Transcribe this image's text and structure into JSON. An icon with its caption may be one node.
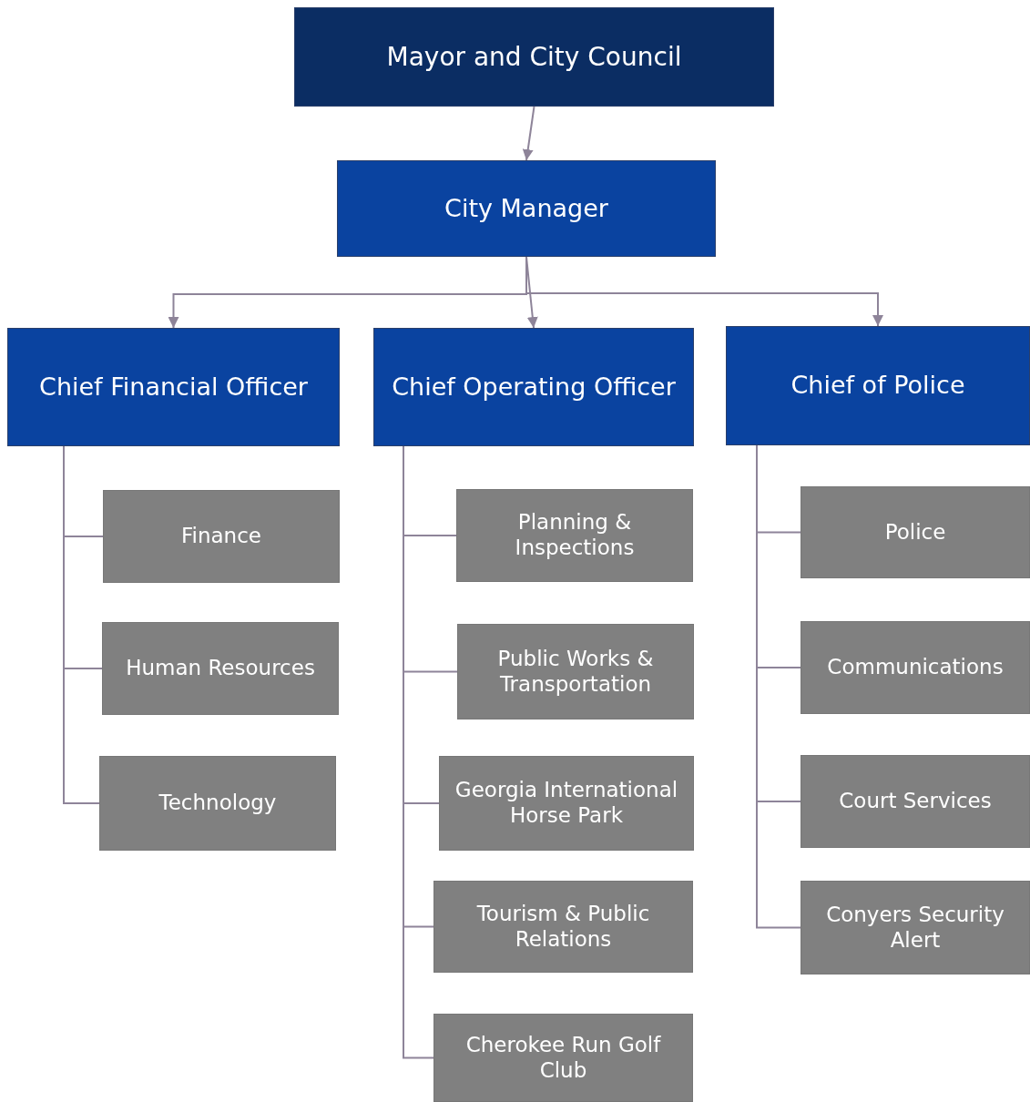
{
  "diagram": {
    "nodes": [
      {
        "text": [
          "Mayor and City Council"
        ]
      },
      {
        "text": [
          "City Manager"
        ]
      },
      {
        "text": [
          "Chief Financial Officer"
        ]
      },
      {
        "text": [
          "Chief Operating Officer"
        ]
      },
      {
        "text": [
          "Chief of Police"
        ]
      },
      {
        "text": [
          "Finance"
        ]
      },
      {
        "text": [
          "Human Resources"
        ]
      },
      {
        "text": [
          "Technology"
        ]
      },
      {
        "text": [
          "Planning & Inspections"
        ]
      },
      {
        "text": [
          "Public Works & Transportation"
        ]
      },
      {
        "text": [
          "Georgia International Horse Park"
        ]
      },
      {
        "text": [
          "Tourism & Public Relations"
        ]
      },
      {
        "text": [
          "Cherokee Run Golf Club"
        ]
      },
      {
        "text": [
          "Police"
        ]
      },
      {
        "text": [
          "Communications"
        ]
      },
      {
        "text": [
          "Court Services"
        ]
      },
      {
        "text": [
          "Conyers Security Alert"
        ]
      }
    ],
    "edges": [
      {
        "from": 0,
        "to": 1,
        "arrow": "to"
      },
      {
        "from": 1,
        "to": 2,
        "arrow": "to"
      },
      {
        "from": 1,
        "to": 3,
        "arrow": "to"
      },
      {
        "from": 1,
        "to": 4,
        "arrow": "to"
      },
      {
        "from": 2,
        "to": 5,
        "arrow": "none"
      },
      {
        "from": 2,
        "to": 6,
        "arrow": "none"
      },
      {
        "from": 2,
        "to": 7,
        "arrow": "none"
      },
      {
        "from": 3,
        "to": 8,
        "arrow": "none"
      },
      {
        "from": 3,
        "to": 9,
        "arrow": "none"
      },
      {
        "from": 3,
        "to": 10,
        "arrow": "none"
      },
      {
        "from": 3,
        "to": 11,
        "arrow": "none"
      },
      {
        "from": 3,
        "to": 12,
        "arrow": "none"
      },
      {
        "from": 4,
        "to": 13,
        "arrow": "none"
      },
      {
        "from": 4,
        "to": 14,
        "arrow": "none"
      },
      {
        "from": 4,
        "to": 15,
        "arrow": "none"
      },
      {
        "from": 4,
        "to": 16,
        "arrow": "none"
      }
    ]
  }
}
